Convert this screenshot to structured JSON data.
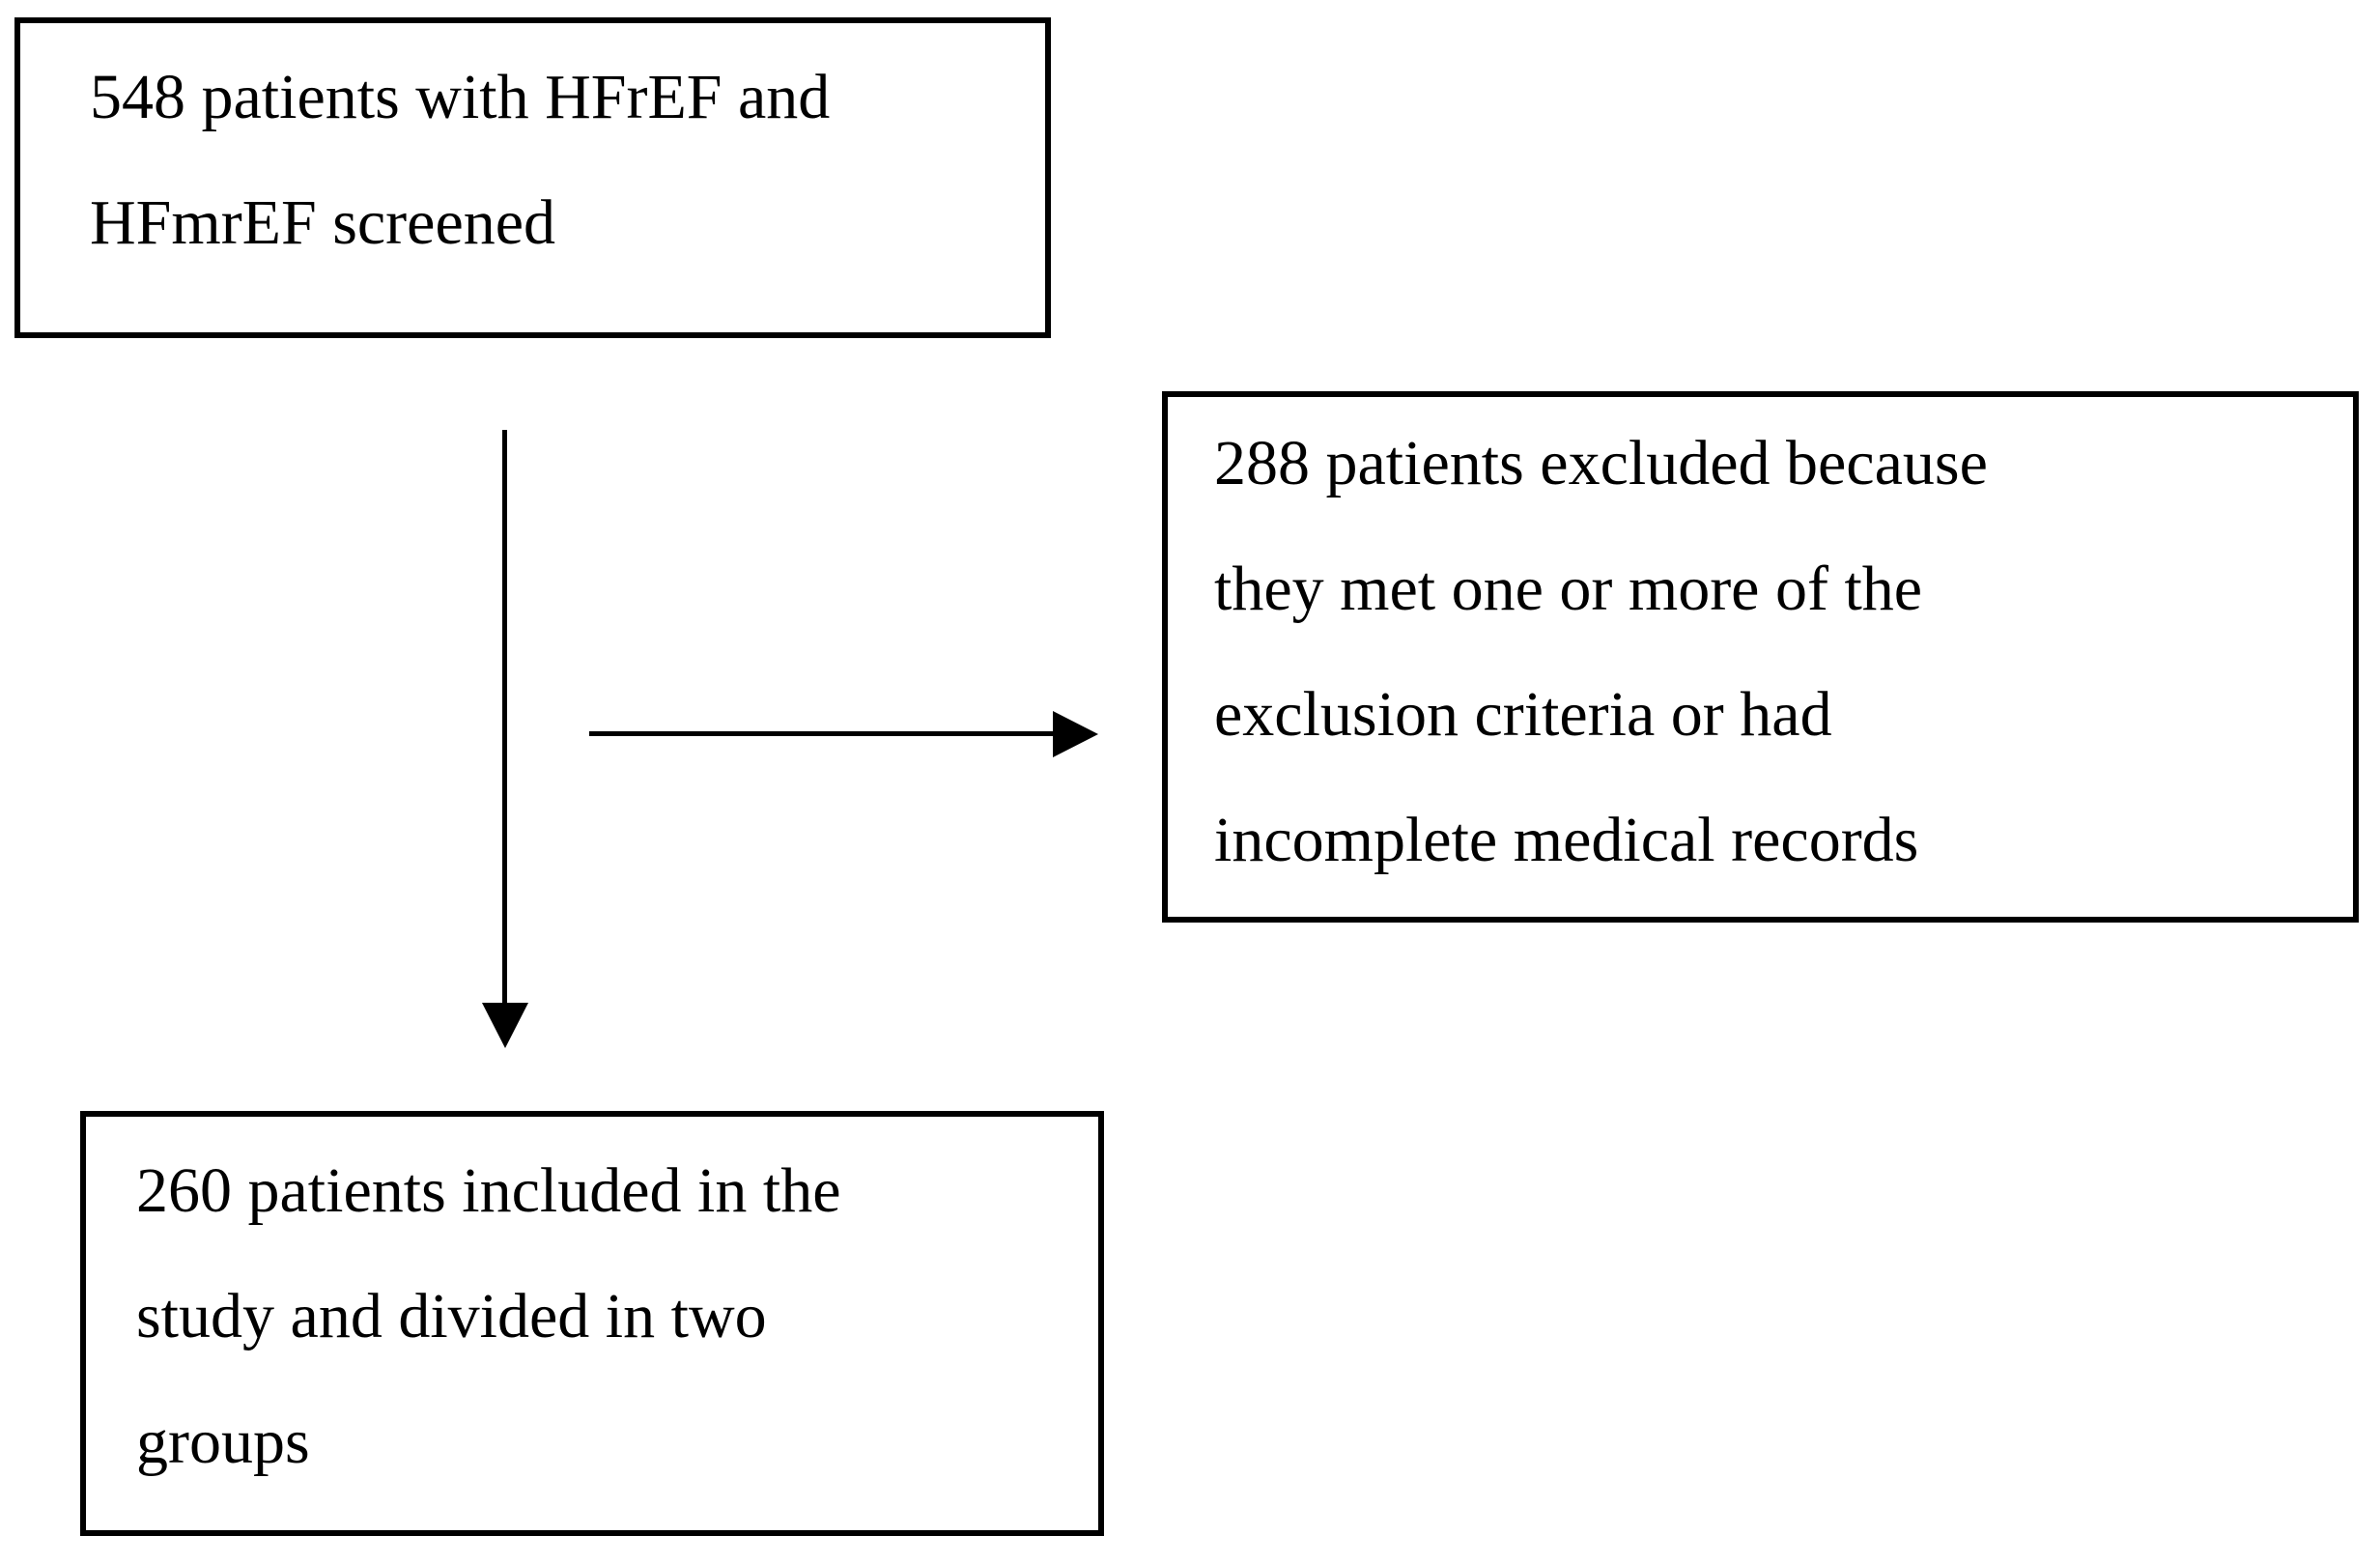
{
  "diagram": {
    "figure_type": "patient-flow-diagram",
    "background_color": "#ffffff",
    "line_color": "#000000",
    "boxes": {
      "screened": {
        "count": 548,
        "text": "548 patients with HFrEF and\nHFmrEF screened"
      },
      "excluded": {
        "count": 288,
        "text": "288 patients excluded because\nthey met one or more of the\nexclusion criteria or had\nincomplete medical records"
      },
      "included": {
        "count": 260,
        "text": "260 patients included in the\nstudy and divided in two\ngroups"
      }
    },
    "connectors": {
      "down": "arrow from screened box to included box",
      "right": "arrow branching to excluded box"
    }
  }
}
